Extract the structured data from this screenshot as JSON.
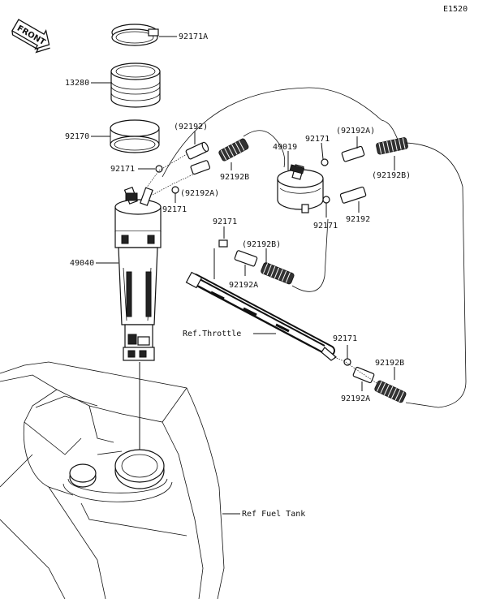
{
  "diagram_code": "E1520",
  "front_badge": "FRONT",
  "parts": {
    "p1": "92171A",
    "p2": "13280",
    "p3": "92170",
    "p4": "(92192)",
    "p5": "92171",
    "p6": "92192B",
    "p7": "(92192A)",
    "p8": "92171",
    "p9": "49040",
    "p10": "49019",
    "p11": "92171",
    "p12": "(92192A)",
    "p13": "(92192B)",
    "p14": "92192",
    "p15": "92171",
    "p16": "92171",
    "p17": "(92192B)",
    "p18": "92192A",
    "p19": "92171",
    "p20": "92192B",
    "p21": "92192A"
  },
  "refs": {
    "throttle": "Ref.Throttle",
    "fuel_tank": "Ref Fuel Tank"
  }
}
